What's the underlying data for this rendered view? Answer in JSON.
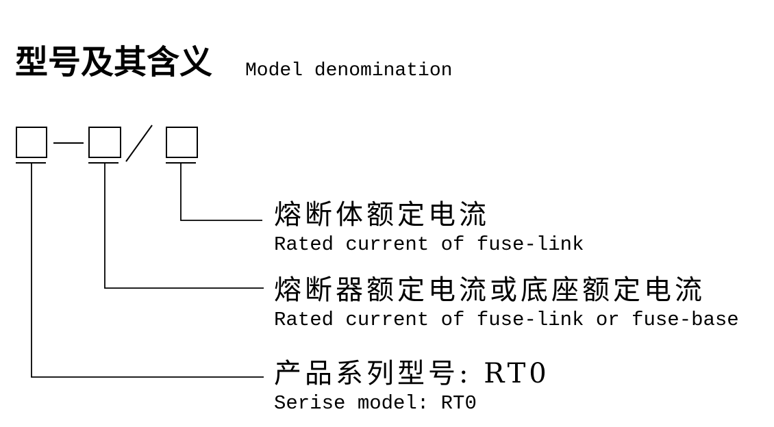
{
  "page": {
    "title_cn": "型号及其含义",
    "title_en": "Model denomination"
  },
  "colors": {
    "background": "#ffffff",
    "ink": "#000000"
  },
  "diagram": {
    "boxes": [
      {
        "name": "series-model-code-box"
      },
      {
        "name": "fuse-or-base-rated-current-code-box"
      },
      {
        "name": "fuse-link-rated-current-code-box"
      }
    ],
    "separators": {
      "dash": "-",
      "slash": "/"
    },
    "labels": [
      {
        "cn": "熔断体额定电流",
        "en": "Rated current of fuse-link"
      },
      {
        "cn": "熔断器额定电流或底座额定电流",
        "en": "Rated current of fuse-link or fuse-base"
      },
      {
        "cn": "产品系列型号: RT0",
        "en": "Serise model: RT0"
      }
    ]
  }
}
